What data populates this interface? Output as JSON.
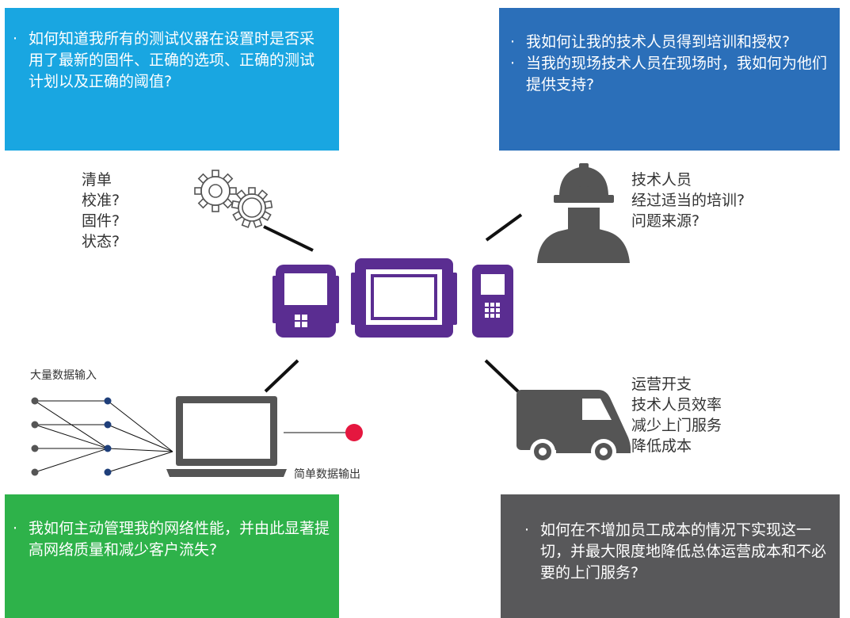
{
  "boxes": {
    "top_left": [
      "如何知道我所有的测试仪器在设置时是否采用了最新的固件、正确的选项、正确的测试计划以及正确的阈值?"
    ],
    "top_right": [
      "我如何让我的技术人员得到培训和授权?",
      "当我的现场技术人员在现场时，我如何为他们提供支持?"
    ],
    "bottom_left": [
      "我如何主动管理我的网络性能，并由此显著提高网络质量和减少客户流失?"
    ],
    "bottom_right": [
      "如何在不增加员工成本的情况下实现这一切，并最大限度地降低总体运营成本和不必要的上门服务?"
    ]
  },
  "bullet": "·",
  "checklist": [
    "清单",
    "校准?",
    "固件?",
    "状态?"
  ],
  "technician": [
    "技术人员",
    "经过适当的培训?",
    "问题来源?"
  ],
  "operations": [
    "运营开支",
    "技术人员效率",
    "减少上门服务",
    "降低成本"
  ],
  "data_in_label": "大量数据输入",
  "data_out_label": "简单数据输出",
  "colors": {
    "cyan": "#19a6e1",
    "blue": "#2b6fb9",
    "green": "#2eb24a",
    "dark_gray": "#58585a",
    "purple": "#5a2d91",
    "icon_gray": "#555555",
    "navy_dot": "#1f3f7a",
    "red_dot": "#e5173f"
  }
}
